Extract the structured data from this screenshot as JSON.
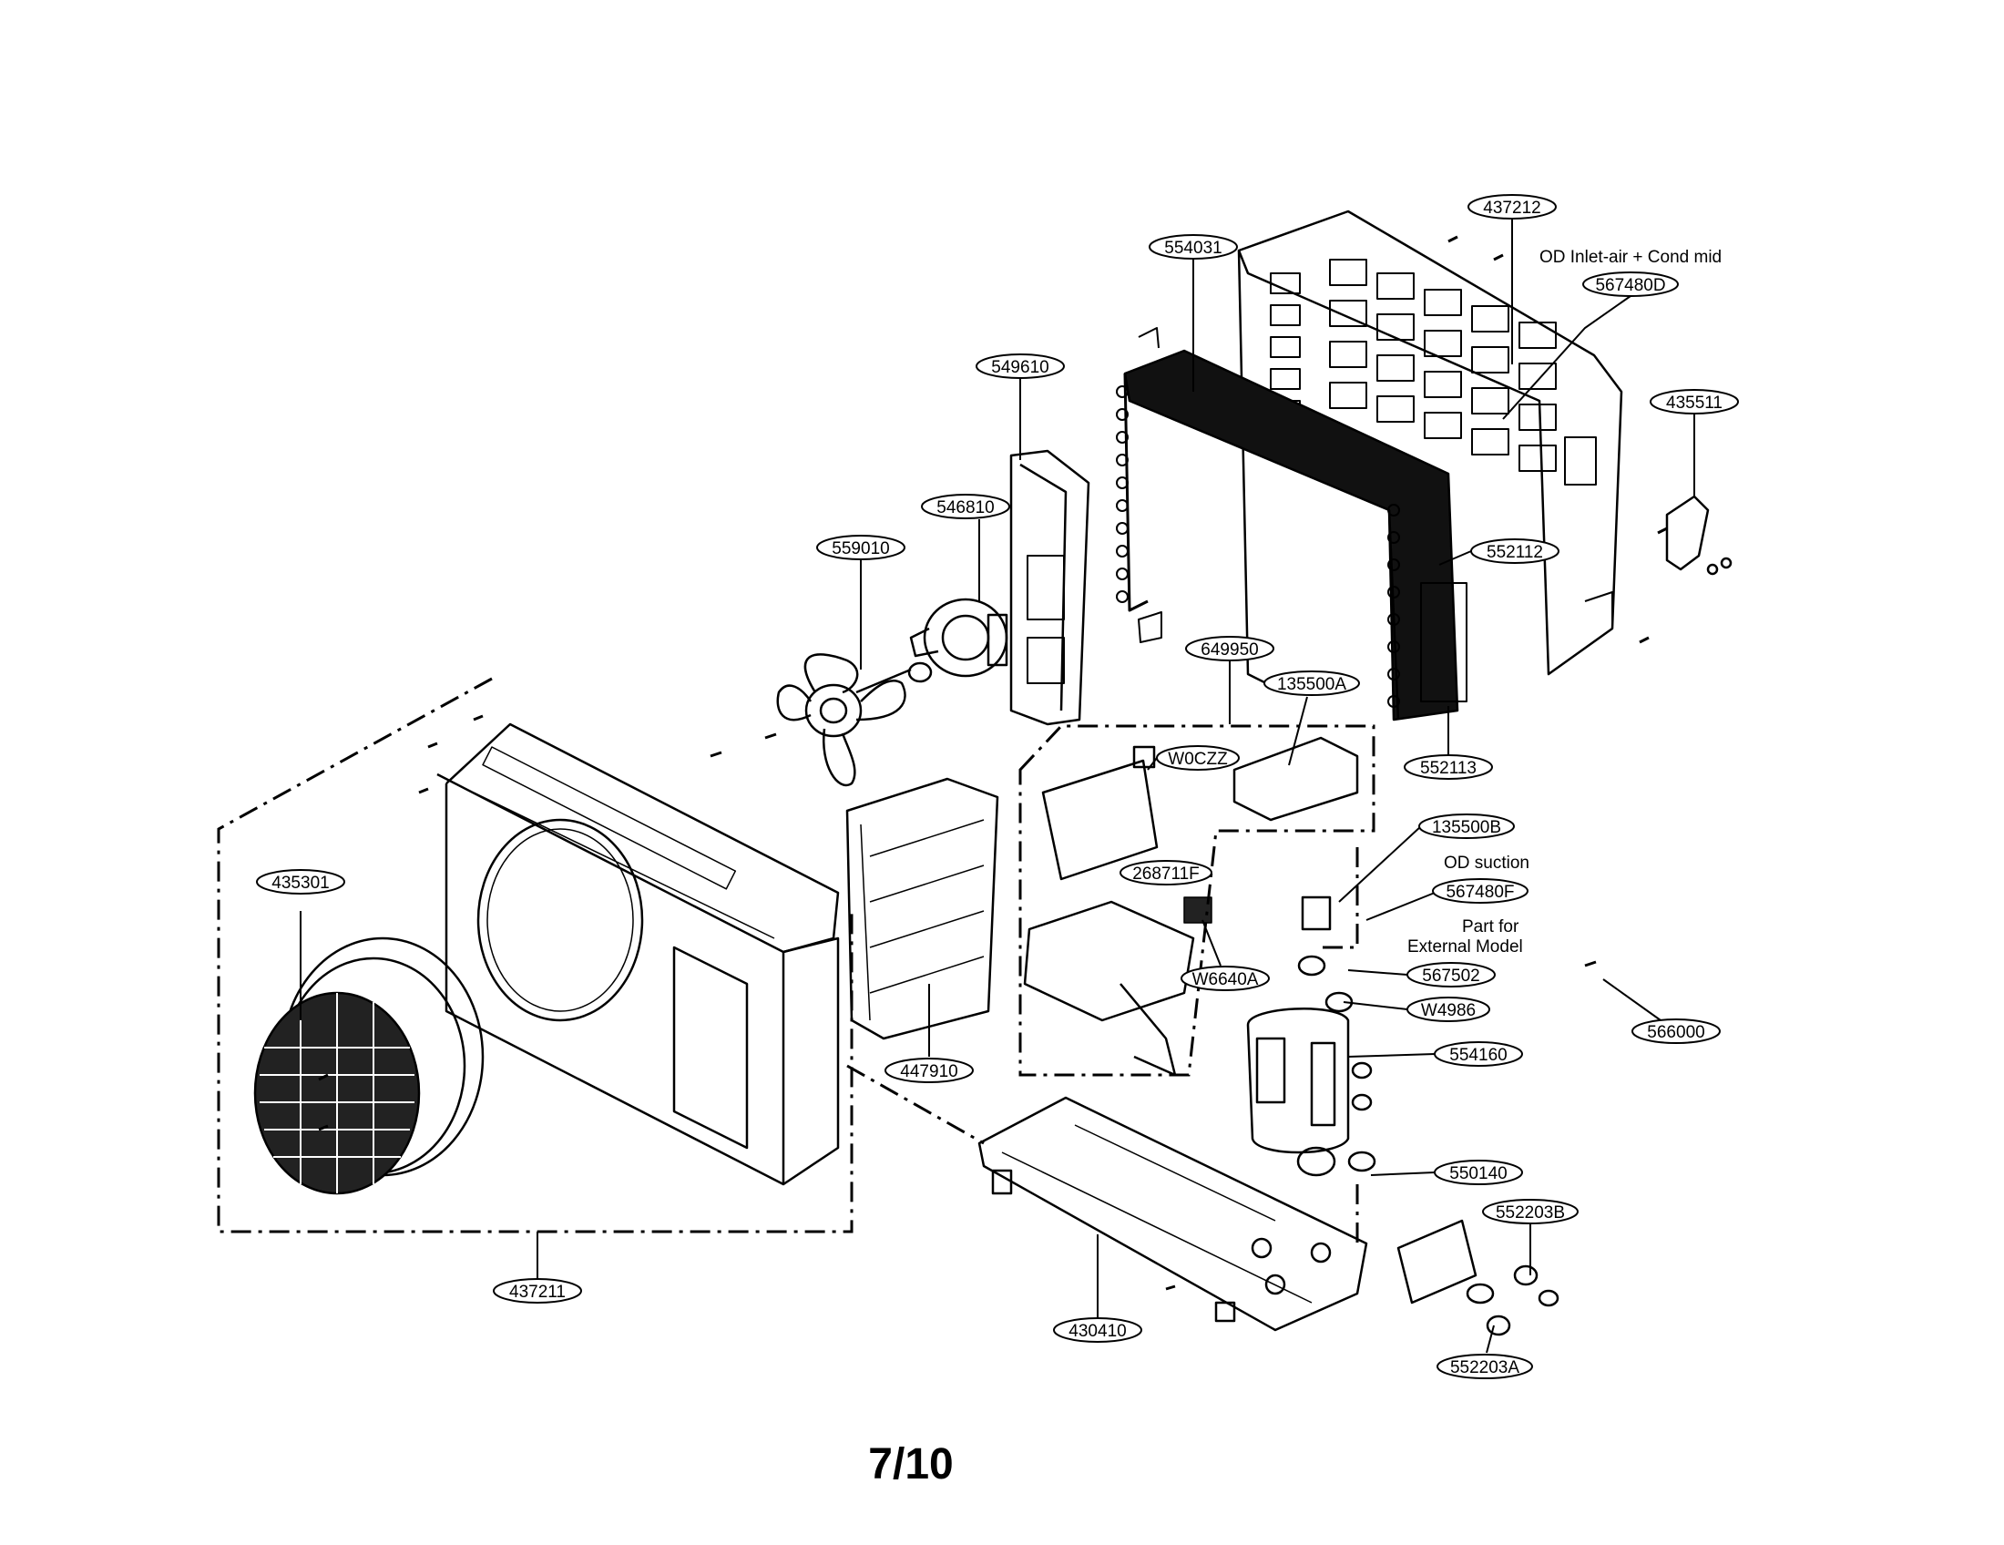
{
  "labels": {
    "p437212": "437212",
    "p554031": "554031",
    "p567480D": "567480D",
    "p549610": "549610",
    "p435511": "435511",
    "p546810": "546810",
    "p559010": "559010",
    "p552112": "552112",
    "p649950": "649950",
    "p135500A": "135500A",
    "p552113": "552113",
    "pW0CZZ": "W0CZZ",
    "p135500B": "135500B",
    "p268711F": "268711F",
    "p567480F": "567480F",
    "p435301": "435301",
    "p567502": "567502",
    "pW6640A": "W6640A",
    "pW4986": "W4986",
    "p566000": "566000",
    "p554160": "554160",
    "p447910": "447910",
    "p550140": "550140",
    "p552203B": "552203B",
    "p437211": "437211",
    "p430410": "430410",
    "p552203A": "552203A"
  },
  "notes": {
    "od_inlet": "OD Inlet-air + Cond mid",
    "od_suction": "OD suction",
    "part_for_1": "Part for",
    "part_for_2": "External Model"
  },
  "page_number": "7/10"
}
